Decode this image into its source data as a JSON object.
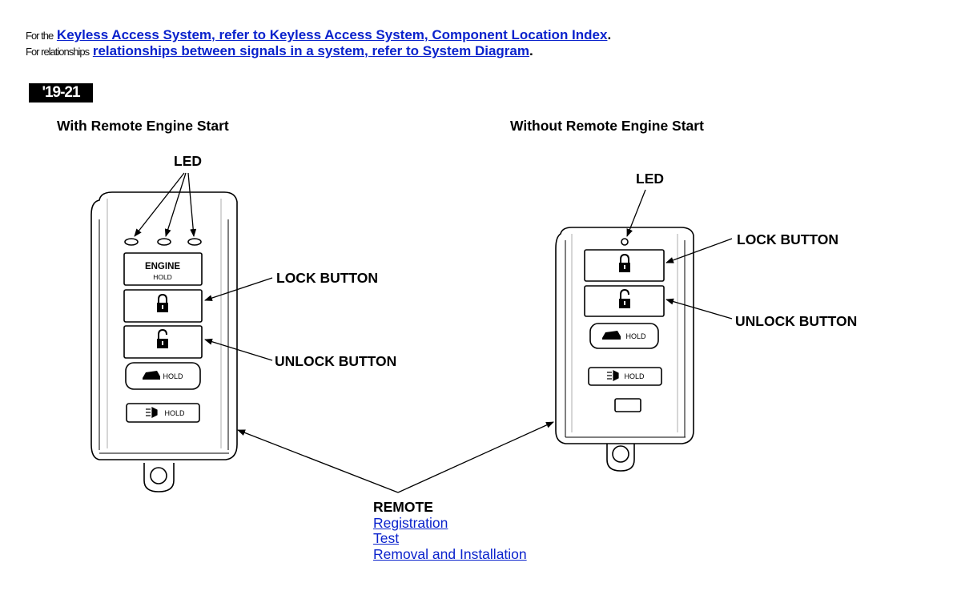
{
  "header": {
    "line1_prefix": "For the",
    "line1_link": "Keyless Access System, refer to Keyless Access System, Component Location Index",
    "line1_suffix": ".",
    "line2_prefix": "For relationships",
    "line2_link": "relationships between signals in a system, refer to System Diagram",
    "line2_suffix": "."
  },
  "badge": "'19-21",
  "left_fob": {
    "title": "With Remote Engine Start",
    "led_label": "LED",
    "lock_label": "LOCK BUTTON",
    "unlock_label": "UNLOCK BUTTON",
    "engine_text": "ENGINE",
    "engine_hold": "HOLD",
    "tailgate_hold": "HOLD",
    "panic_hold": "HOLD"
  },
  "right_fob": {
    "title": "Without Remote Engine Start",
    "led_label": "LED",
    "lock_label": "LOCK BUTTON",
    "unlock_label": "UNLOCK BUTTON",
    "tailgate_hold": "HOLD",
    "panic_hold": "HOLD"
  },
  "remote": {
    "label": "REMOTE",
    "links": [
      "Registration",
      "Test",
      "Removal and Installation"
    ]
  }
}
